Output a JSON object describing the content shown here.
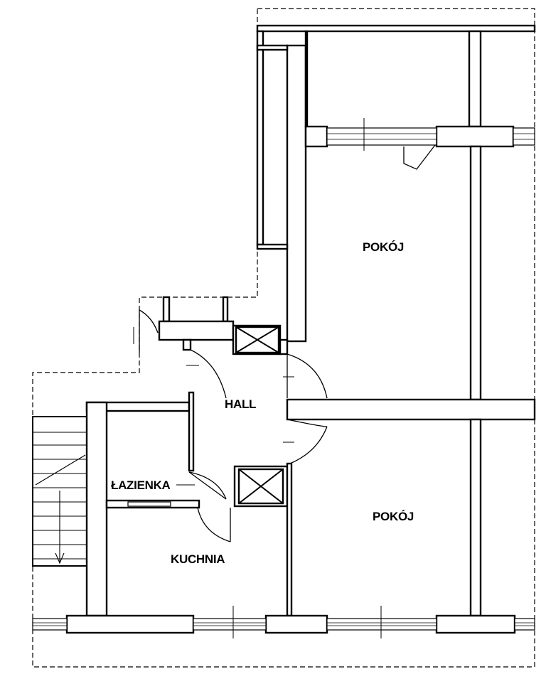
{
  "rooms": {
    "pokoj_top": "POKÓJ",
    "pokoj_bottom": "POKÓJ",
    "hall": "HALL",
    "lazienka": "ŁAZIENKA",
    "kuchnia": "KUCHNIA"
  }
}
